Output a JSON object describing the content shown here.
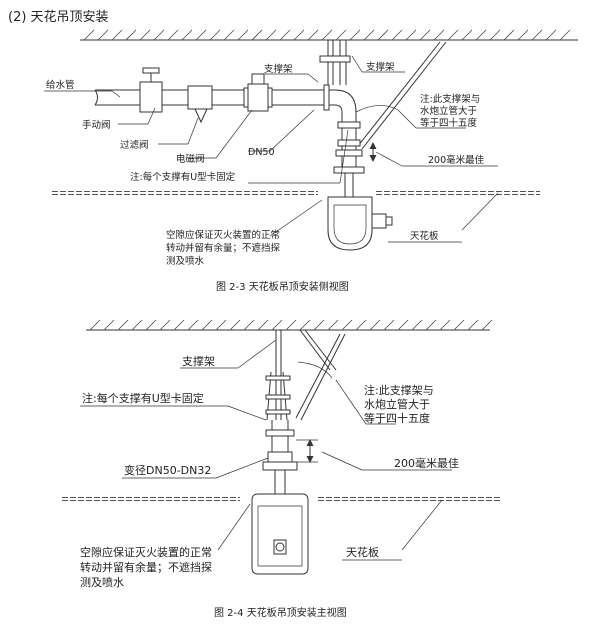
{
  "section_title": "(2) 天花吊顶安装",
  "fig1": {
    "caption": "图 2-3 天花板吊顶安装侧视图",
    "labels": {
      "water_pipe": "给水管",
      "manual_valve": "手动阀",
      "filter_valve": "过滤阀",
      "solenoid_valve": "电磁阀",
      "dn50": "DN50",
      "support_left": "支撑架",
      "support_right": "支撑架",
      "note_angle": [
        "注:此支撑架与",
        "水炮立管大于",
        "等于四十五度"
      ],
      "note_clamp": "注:每个支撑有U型卡固定",
      "best_200": "200毫米最佳",
      "gap_note": [
        "空隙应保证灭火装置的正常",
        "转动并留有余量；不遮挡探",
        "测及喷水"
      ],
      "ceiling_board": "天花板"
    }
  },
  "fig2": {
    "caption": "图 2-4 天花板吊顶安装主视图",
    "labels": {
      "support": "支撑架",
      "note_clamp": "注:每个支撑有U型卡固定",
      "reducer": "变径DN50-DN32",
      "note_angle": [
        "注:此支撑架与",
        "水炮立管大于",
        "等于四十五度"
      ],
      "best_200": "200毫米最佳",
      "gap_note": [
        "空隙应保证灭火装置的正常",
        "转动并留有余量；不遮挡探",
        "测及喷水"
      ],
      "ceiling_board": "天花板"
    }
  }
}
